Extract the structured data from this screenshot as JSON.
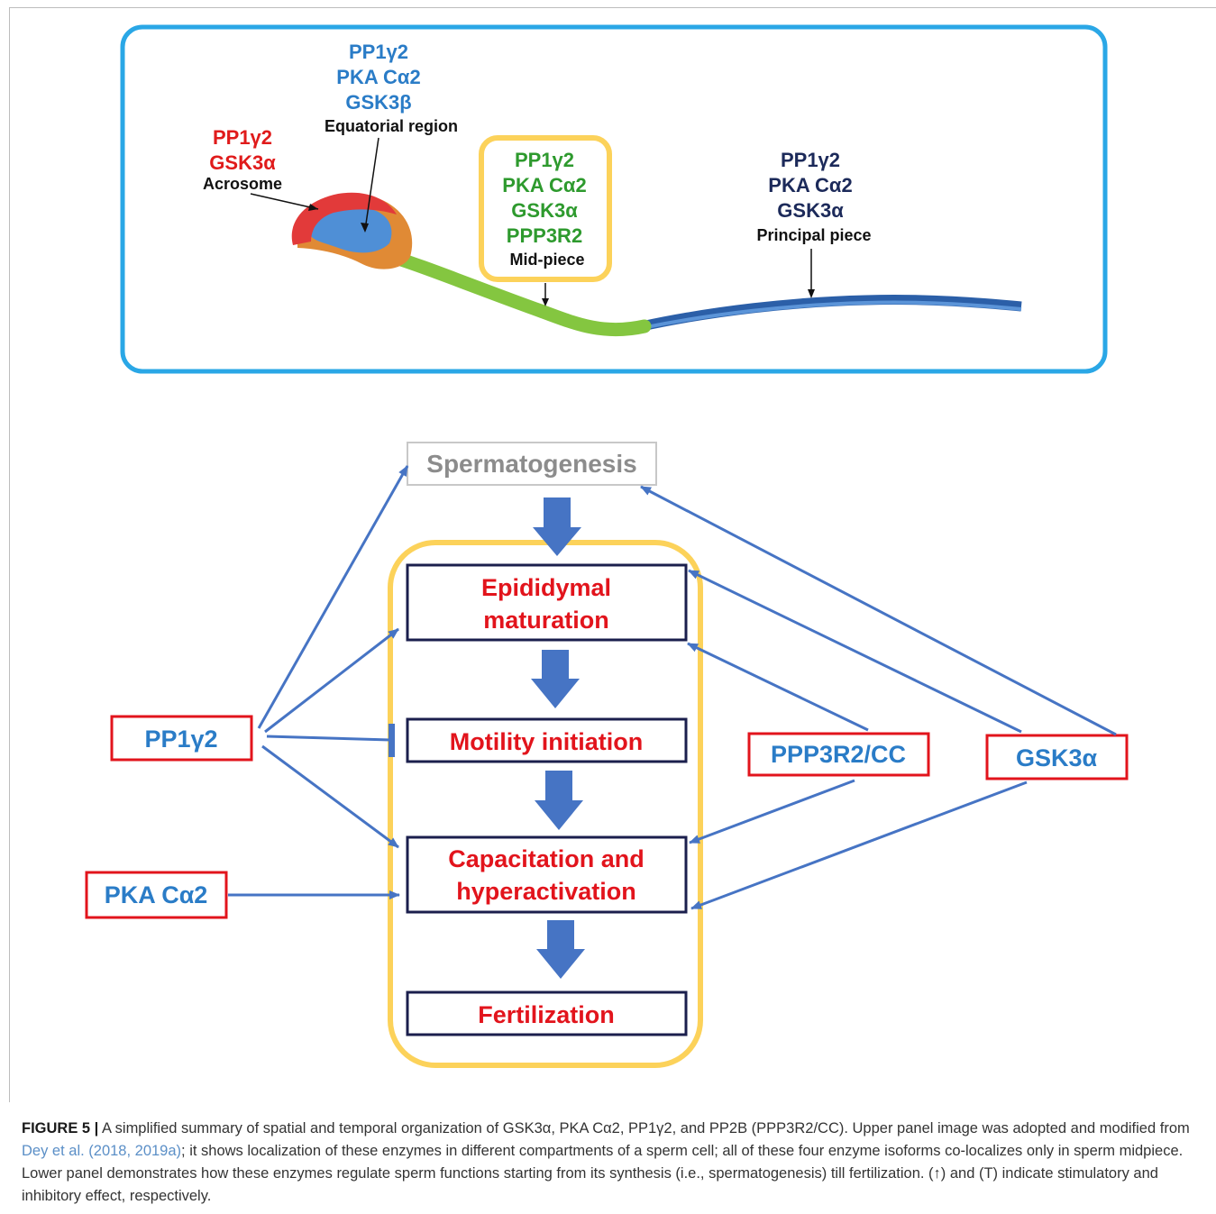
{
  "upper_panel": {
    "head_labels": {
      "equatorial": {
        "lines": [
          "PP1γ2",
          "PKA Cα2",
          "GSK3β"
        ],
        "region": "Equatorial region"
      },
      "acrosome": {
        "lines": [
          "PP1γ2",
          "GSK3α"
        ],
        "region": "Acrosome"
      },
      "midpiece": {
        "lines": [
          "PP1γ2",
          "PKA Cα2",
          "GSK3α",
          "PPP3R2"
        ],
        "region": "Mid-piece"
      },
      "principal": {
        "lines": [
          "PP1γ2",
          "PKA Cα2",
          "GSK3α"
        ],
        "region": "Principal piece"
      }
    }
  },
  "lower_panel": {
    "stages": {
      "spermatogenesis": "Spermatogenesis",
      "epididymal_line1": "Epididymal",
      "epididymal_line2": "maturation",
      "motility": "Motility initiation",
      "capacitation_line1": "Capacitation and",
      "capacitation_line2": "hyperactivation",
      "fertilization": "Fertilization"
    },
    "enzymes": {
      "pp1": "PP1γ2",
      "pka": "PKA Cα2",
      "ppp3r2": "PPP3R2/CC",
      "gsk3": "GSK3α"
    }
  },
  "caption": {
    "label": "FIGURE 5 |",
    "text1": " A simplified summary of spatial and temporal organization of GSK3α, PKA Cα2, PP1γ2, and PP2B (PPP3R2/CC). Upper panel image was adopted and modified from ",
    "ref": "Dey et al. (2018, 2019a)",
    "text2": "; it shows localization of these enzymes in different compartments of a sperm cell; all of these four enzyme isoforms co-localizes only in sperm midpiece. Lower panel demonstrates how these enzymes regulate sperm functions starting from its synthesis (i.e., spermatogenesis) till fertilization. (↑) and (T) indicate stimulatory and inhibitory effect, respectively."
  },
  "colors": {
    "panel_border": "#2aa7e6",
    "label_blue": "#2a7cc7",
    "label_red": "#e01b1b",
    "label_green": "#2e9a2e",
    "label_navy": "#1c2a5a",
    "highlight_yellow": "#fcd25a",
    "arrow_blue": "#4674c4",
    "stage_red": "#e2141c",
    "box_navy": "#1b1f4d"
  }
}
